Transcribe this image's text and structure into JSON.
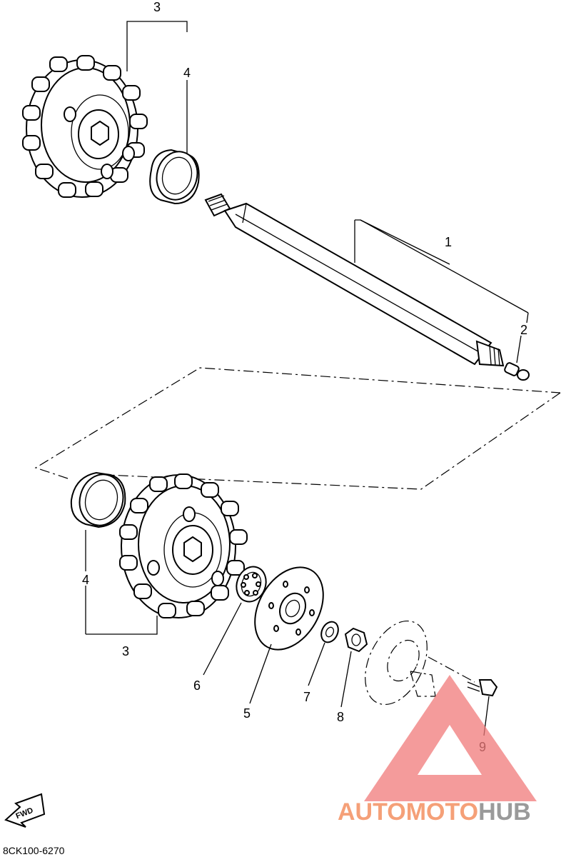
{
  "diagram_code": "8CK100-6270",
  "fwd_label": "FWD",
  "watermark": {
    "part_a": "AUTOMOTO",
    "part_b": "HUB",
    "color_a": "#f5a078",
    "color_b": "#9a9a9a",
    "logo_color": "#f07a7a"
  },
  "callouts": {
    "c1": "1",
    "c2": "2",
    "c3_top": "3",
    "c4_top": "4",
    "c3_bottom": "3",
    "c4_bottom": "4",
    "c5": "5",
    "c6": "6",
    "c7": "7",
    "c8": "8",
    "c9": "9"
  }
}
